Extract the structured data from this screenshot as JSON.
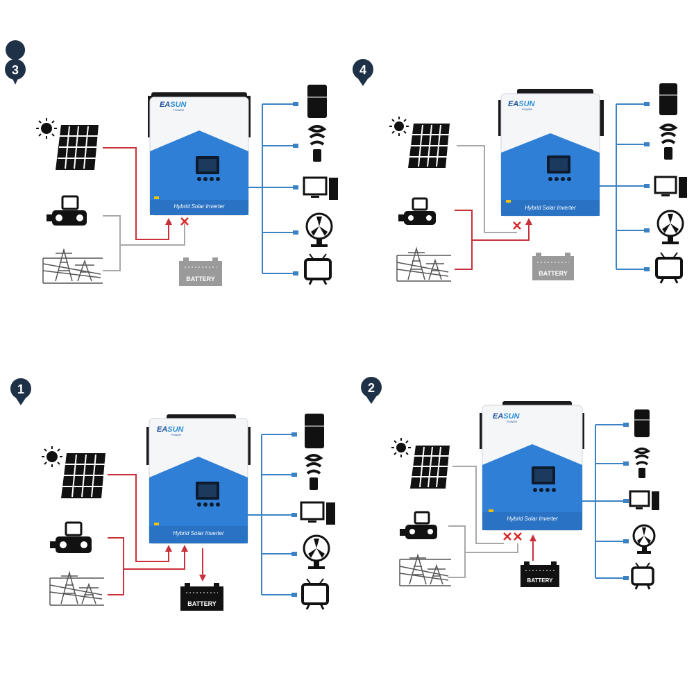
{
  "brand": {
    "name_part1": "EA",
    "name_part2": "SUN",
    "sub": "POWER"
  },
  "product_label": "Hybrid Solar Inverter",
  "battery_label": "BATTERY",
  "colors": {
    "inverter_blue": "#2f7fd6",
    "active_wire": "#c9303a",
    "inactive_wire": "#a8a8a8",
    "ac_wire": "#3b82c4",
    "cross": "#d92a2a",
    "battery_active": "#111111",
    "battery_inactive": "#9a9a9a"
  },
  "loads": [
    "refrigerator-icon",
    "bulb-icon",
    "computer-icon",
    "fan-icon",
    "tv-icon"
  ],
  "panels": [
    {
      "number": "3",
      "mode": "solar-only"
    },
    {
      "number": "4",
      "mode": "grid-generator"
    },
    {
      "number": "1",
      "mode": "solar-grid-charge"
    },
    {
      "number": "2",
      "mode": "battery-only"
    }
  ]
}
